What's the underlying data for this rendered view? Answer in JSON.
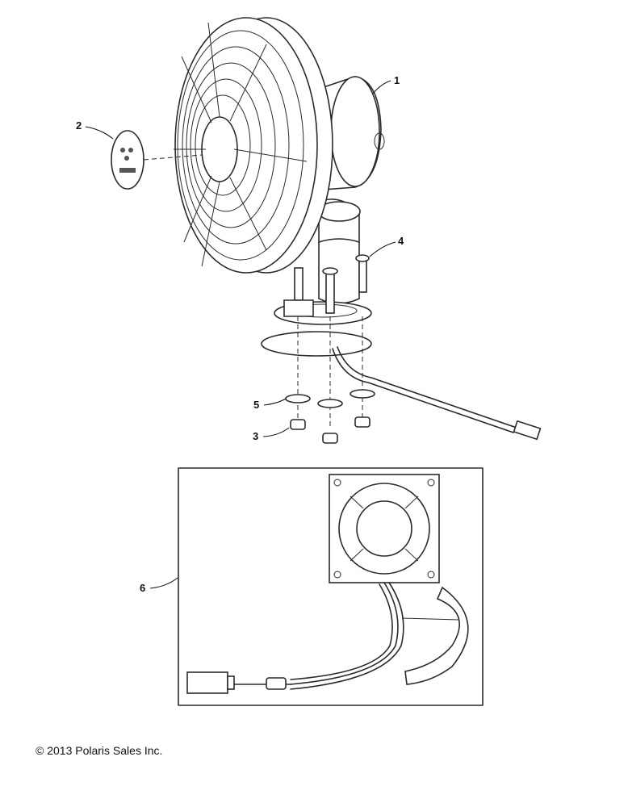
{
  "callouts": {
    "c1": "1",
    "c2": "2",
    "c3": "3",
    "c4": "4",
    "c5": "5",
    "c6": "6"
  },
  "footer": {
    "copyright": "© 2013 Polaris Sales Inc."
  }
}
